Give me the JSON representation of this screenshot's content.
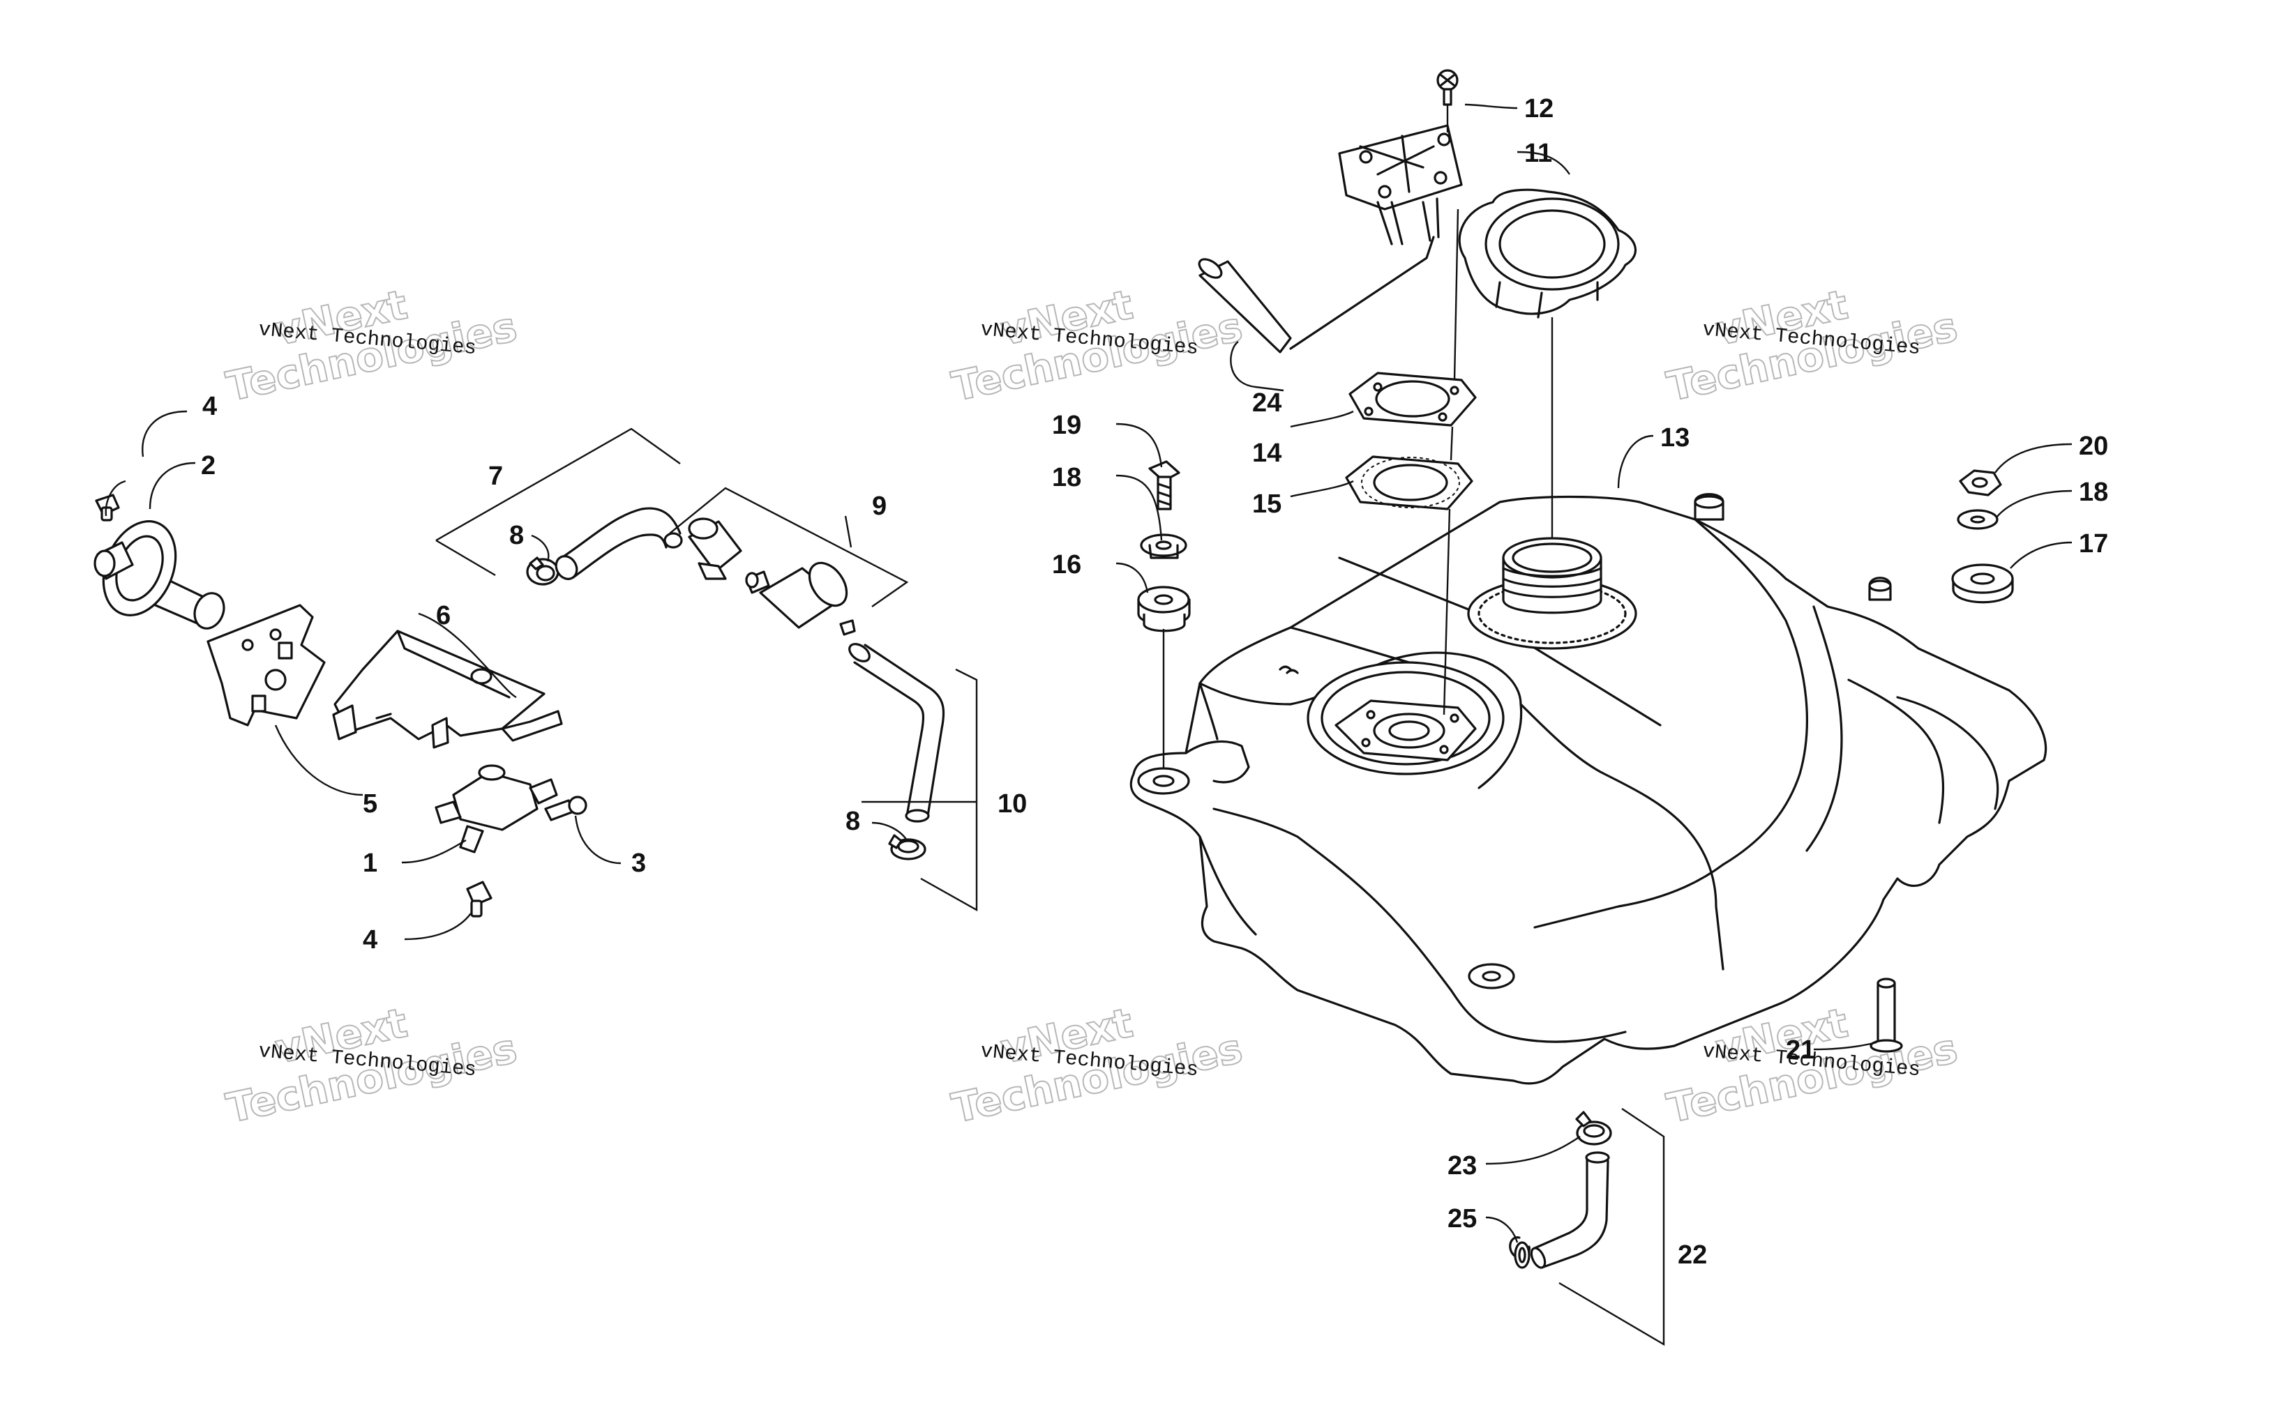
{
  "callouts": {
    "c1": "1",
    "c2": "2",
    "c3": "3",
    "c4a": "4",
    "c4b": "4",
    "c5": "5",
    "c6": "6",
    "c7": "7",
    "c8a": "8",
    "c8b": "8",
    "c9": "9",
    "c10": "10",
    "c11": "11",
    "c12": "12",
    "c13": "13",
    "c14": "14",
    "c15": "15",
    "c16": "16",
    "c17": "17",
    "c18a": "18",
    "c18b": "18",
    "c19": "19",
    "c20": "20",
    "c21": "21",
    "c22": "22",
    "c23": "23",
    "c24": "24",
    "c25": "25"
  },
  "watermark": {
    "line1": "vNext Technologies",
    "line2a": "vNext",
    "line2b": "Technologies"
  }
}
